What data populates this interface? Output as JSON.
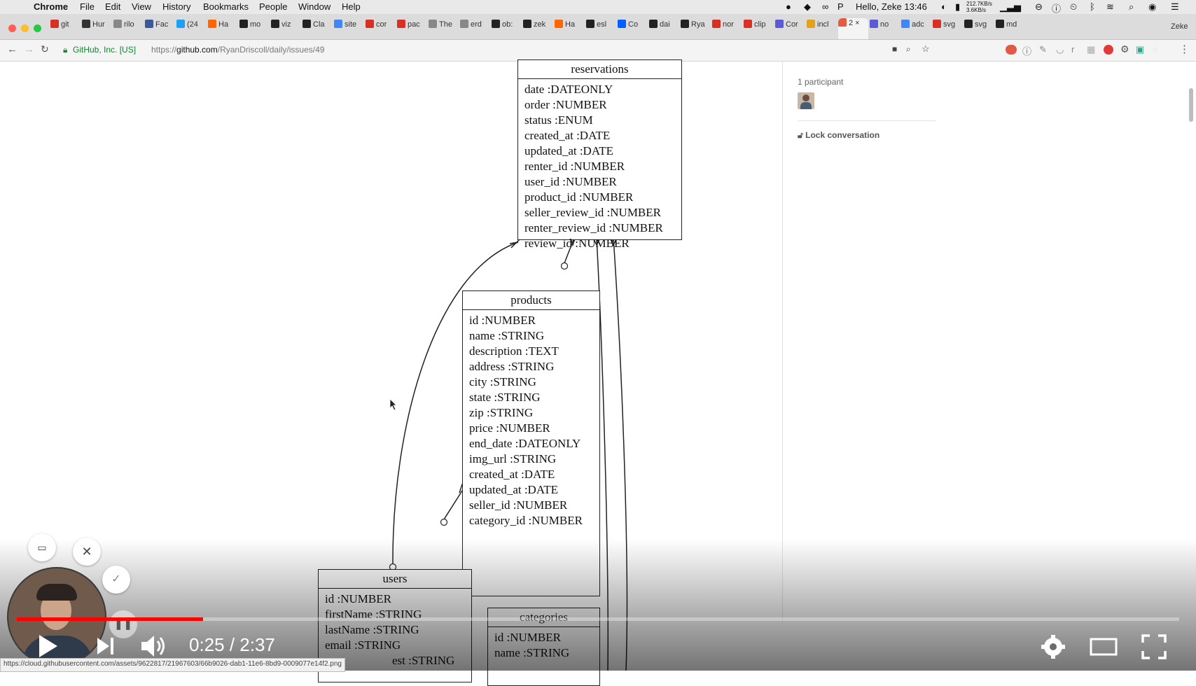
{
  "menubar": {
    "items": [
      "Chrome",
      "File",
      "Edit",
      "View",
      "History",
      "Bookmarks",
      "People",
      "Window",
      "Help"
    ],
    "right_text": "Hello, Zeke 13:46",
    "speed_top": "212.7KB/s",
    "speed_bottom": "3.6KB/s"
  },
  "tabs": [
    "git",
    "Hur",
    "rilo",
    "Fac",
    "(24",
    "Ha",
    "mo",
    "viz",
    "Cla",
    "site",
    "cor",
    "pac",
    "The",
    "erd",
    "ob:",
    "zek",
    "Ha",
    "esl",
    "Co",
    "dai",
    "Rya",
    "nor",
    "clip",
    "Cor",
    "incl",
    "2",
    "no",
    "adc",
    "svg",
    "svg",
    "md"
  ],
  "profile_label": "Zeke",
  "address": {
    "security_label": "GitHub, Inc. [US]",
    "url_prefix": "https://",
    "url_host": "github.com",
    "url_path": "/RyanDriscoll/daily/issues/49"
  },
  "sidebar": {
    "participants_label": "1 participant",
    "lock_label": "Lock conversation"
  },
  "erd": {
    "reservations": {
      "title": "reservations",
      "fields": [
        "date :DATEONLY",
        "order :NUMBER",
        "status :ENUM",
        "created_at :DATE",
        "updated_at :DATE",
        "renter_id :NUMBER",
        "user_id :NUMBER",
        "product_id :NUMBER",
        "seller_review_id :NUMBER",
        "renter_review_id :NUMBER",
        "review_id :NUMBER"
      ]
    },
    "products": {
      "title": "products",
      "fields": [
        "id :NUMBER",
        "name :STRING",
        "description :TEXT",
        "address :STRING",
        "city :STRING",
        "state :STRING",
        "zip :STRING",
        "price :NUMBER",
        "end_date :DATEONLY",
        "img_url :STRING",
        "created_at :DATE",
        "updated_at :DATE",
        "seller_id :NUMBER",
        "category_id :NUMBER"
      ]
    },
    "users": {
      "title": "users",
      "fields": [
        "id :NUMBER",
        "firstName :STRING",
        "lastName :STRING",
        "email :STRING",
        "est :STRING"
      ]
    },
    "categories": {
      "title": "categories",
      "fields": [
        "id :NUMBER",
        "name :STRING"
      ]
    }
  },
  "player": {
    "time_current": "0:25",
    "time_total": "2:37",
    "progress_fraction": 0.16
  },
  "status_url": "https://cloud.githubusercontent.com/assets/9622817/21967603/66b9026-dab1-11e6-8bd9-0009077e14f2.png",
  "colors": {
    "progress": "#ff0000",
    "accent_red": "#e05a47"
  }
}
